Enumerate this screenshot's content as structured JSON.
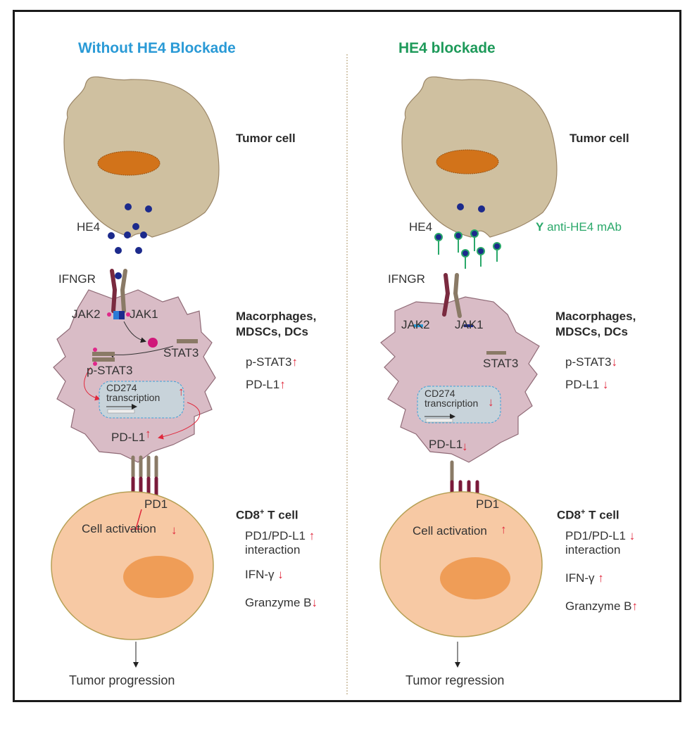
{
  "left": {
    "title": "Without HE4 Blockade",
    "title_color": "#2a9ad6",
    "tumor_label": "Tumor cell",
    "he4_label": "HE4",
    "ifngr_label": "IFNGR",
    "jak2_label": "JAK2",
    "jak1_label": "JAK1",
    "stat3_label": "STAT3",
    "pstat3_label": "p-STAT3",
    "cd274_line1": "CD274",
    "cd274_line2": "transcription",
    "pdl1_label": "PD-L1",
    "pd1_label": "PD1",
    "activation_label": "Cell activation",
    "myeloid_title_1": "Macorphages,",
    "myeloid_title_2": "MDSCs, DCs",
    "myeloid_effects": [
      {
        "label": "p-STAT3",
        "direction": "up"
      },
      {
        "label": "PD-L1",
        "direction": "up"
      }
    ],
    "tcell_title": "CD8",
    "tcell_sup": "+",
    "tcell_title_rest": " T cell",
    "tcell_effects": [
      {
        "label": "PD1/PD-L1",
        "label2": "interaction",
        "direction": "up"
      },
      {
        "label": "IFN-γ",
        "direction": "down"
      },
      {
        "label": "Granzyme B",
        "direction": "down"
      }
    ],
    "outcome": "Tumor progression"
  },
  "right": {
    "title": "HE4 blockade",
    "title_color": "#1e9a5a",
    "tumor_label": "Tumor cell",
    "he4_label": "HE4",
    "mab_label": "anti-HE4 mAb",
    "mab_icon": "Y",
    "ifngr_label": "IFNGR",
    "jak2_label": "JAK2",
    "jak1_label": "JAK1",
    "stat3_label": "STAT3",
    "cd274_line1": "CD274",
    "cd274_line2": "transcription",
    "pdl1_label": "PD-L1",
    "pd1_label": "PD1",
    "activation_label": "Cell activation",
    "myeloid_title_1": "Macorphages,",
    "myeloid_title_2": "MDSCs, DCs",
    "myeloid_effects": [
      {
        "label": "p-STAT3",
        "direction": "down"
      },
      {
        "label": "PD-L1",
        "direction": "down"
      }
    ],
    "tcell_title": "CD8",
    "tcell_sup": "+",
    "tcell_title_rest": " T cell",
    "tcell_effects": [
      {
        "label": "PD1/PD-L1",
        "label2": "interaction",
        "direction": "down"
      },
      {
        "label": "IFN-γ",
        "direction": "up"
      },
      {
        "label": "Granzyme B",
        "direction": "up"
      }
    ],
    "outcome": "Tumor regression"
  },
  "colors": {
    "tumor_fill": "#cfc0a0",
    "nucleus": "#d2731a",
    "myeloid_fill": "#d9bcc6",
    "tcell_fill": "#f7c9a4",
    "tcell_nucleus": "#ef9d57",
    "he4_dot": "#1c2a8c",
    "arrow_red": "#e0283c",
    "antibody": "#2aa86a"
  }
}
